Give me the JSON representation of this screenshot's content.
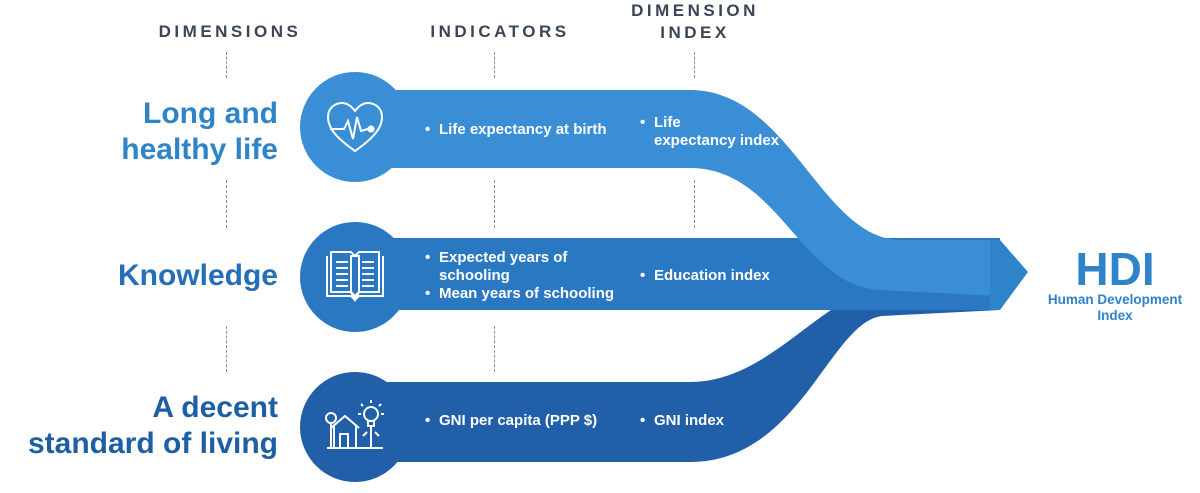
{
  "headers": {
    "dimensions": "DIMENSIONS",
    "indicators": "INDICATORS",
    "dimension_index": "DIMENSION\nINDEX"
  },
  "rows": [
    {
      "dimension": "Long and\nhealthy life",
      "icon": "heart-pulse-icon",
      "indicators": [
        "Life expectancy at birth"
      ],
      "index": "Life\nexpectancy index",
      "color": "#3a8ed6"
    },
    {
      "dimension": "Knowledge",
      "icon": "open-book-icon",
      "indicators": [
        "Expected years of\nschooling",
        "Mean years of schooling"
      ],
      "index": "Education index",
      "color": "#2b78c2"
    },
    {
      "dimension": "A decent\nstandard of living",
      "icon": "house-lightbulb-icon",
      "indicators": [
        "GNI per capita (PPP $)"
      ],
      "index": "GNI index",
      "color": "#2160a8"
    }
  ],
  "result": {
    "title": "HDI",
    "subtitle": "Human Development\nIndex",
    "color": "#2f83c8"
  }
}
